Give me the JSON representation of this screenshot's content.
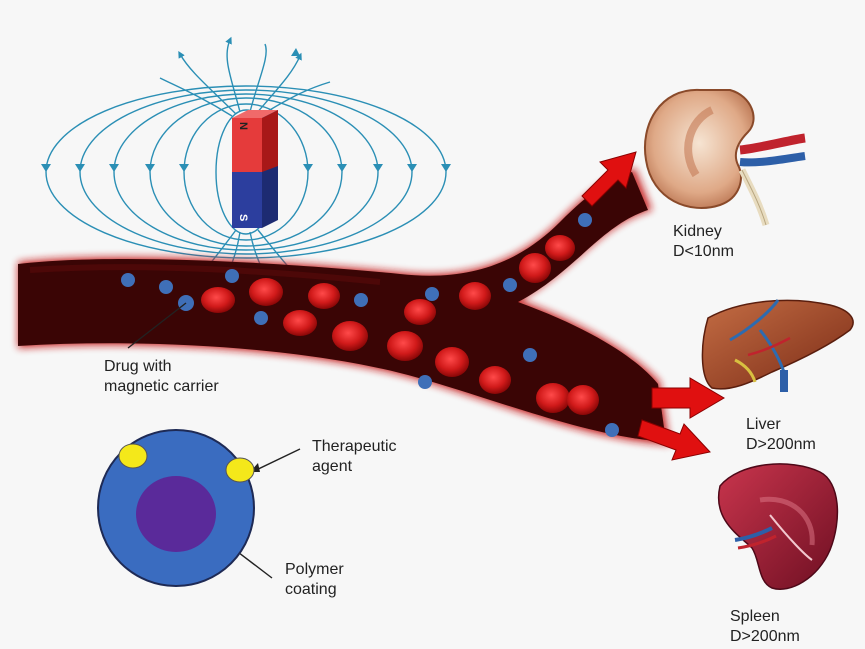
{
  "magnet": {
    "north_label": "N",
    "south_label": "S"
  },
  "labels": {
    "drug_carrier": [
      "Drug with",
      "magnetic carrier"
    ],
    "therapeutic_agent": [
      "Therapeutic",
      "agent"
    ],
    "polymer_coating": [
      "Polymer",
      "coating"
    ]
  },
  "organs": {
    "kidney": {
      "name": "Kidney",
      "size": "D<10nm"
    },
    "liver": {
      "name": "Liver",
      "size": "D>200nm"
    },
    "spleen": {
      "name": "Spleen",
      "size": "D>200nm"
    }
  },
  "colors": {
    "field_lines": "#2b8fb5",
    "magnet_north": "#e53b3b",
    "magnet_south": "#2c3e9e",
    "vessel": "#3a0505",
    "vessel_glow": "#c41515",
    "red_cell": "#d11a1a",
    "carrier": "#3f6fb8",
    "agent": "#f4e81a",
    "polymer_outer": "#3a6cc0",
    "polymer_core": "#5a2a9a",
    "arrow": "#e01010"
  }
}
